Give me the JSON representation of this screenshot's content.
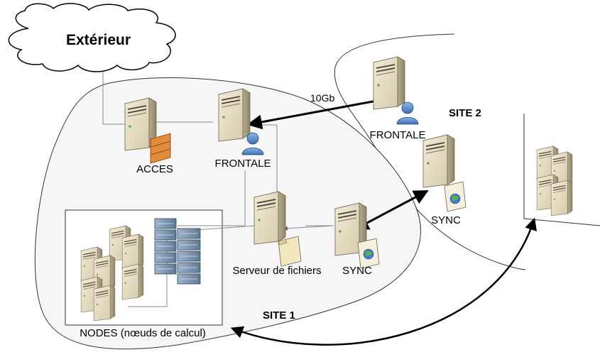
{
  "diagram": {
    "cloud_label": "Extérieur",
    "link_speed": "10Gb",
    "site1_label": "SITE 1",
    "site2_label": "SITE 2",
    "nodes": {
      "acces": "ACCES",
      "frontale_site1": "FRONTALE",
      "file_server": "Serveur de fichiers",
      "sync_site1": "SYNC",
      "frontale_site2": "FRONTALE",
      "sync_site2": "SYNC",
      "compute_nodes": "NODES (nœuds de calcul)"
    },
    "icons": [
      "cloud-icon",
      "server-icon",
      "firewall-icon",
      "user-icon",
      "folder-icon",
      "globe-icon",
      "rack-server-icon"
    ]
  }
}
